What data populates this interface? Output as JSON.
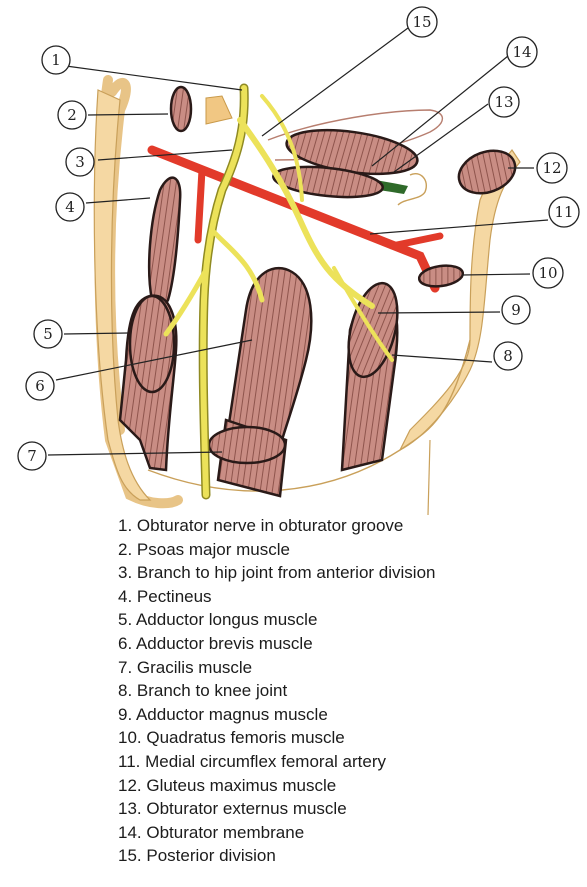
{
  "callouts": [
    "1",
    "2",
    "3",
    "4",
    "5",
    "6",
    "7",
    "8",
    "9",
    "10",
    "11",
    "12",
    "13",
    "14",
    "15"
  ],
  "legend": [
    "1. Obturator nerve in obturator groove",
    "2. Psoas major muscle",
    "3. Branch to hip joint from anterior division",
    "4. Pectineus",
    "5. Adductor longus muscle",
    "6. Adductor brevis muscle",
    "7. Gracilis muscle",
    "8. Branch to knee joint",
    "9. Adductor magnus muscle",
    "10. Quadratus femoris muscle",
    "11. Medial circumflex femoral artery",
    "12. Gluteus maximus muscle",
    "13. Obturator externus muscle",
    "14. Obturator membrane",
    "15. Posterior division"
  ],
  "colors": {
    "muscle": "#c98d84",
    "muscle_stroke": "#2a1a18",
    "nerve": "#ece25a",
    "nerve_stroke": "#8f8a22",
    "artery": "#e23a2a",
    "skin": "#f5d8a3",
    "membrane": "#2f6a2a"
  }
}
